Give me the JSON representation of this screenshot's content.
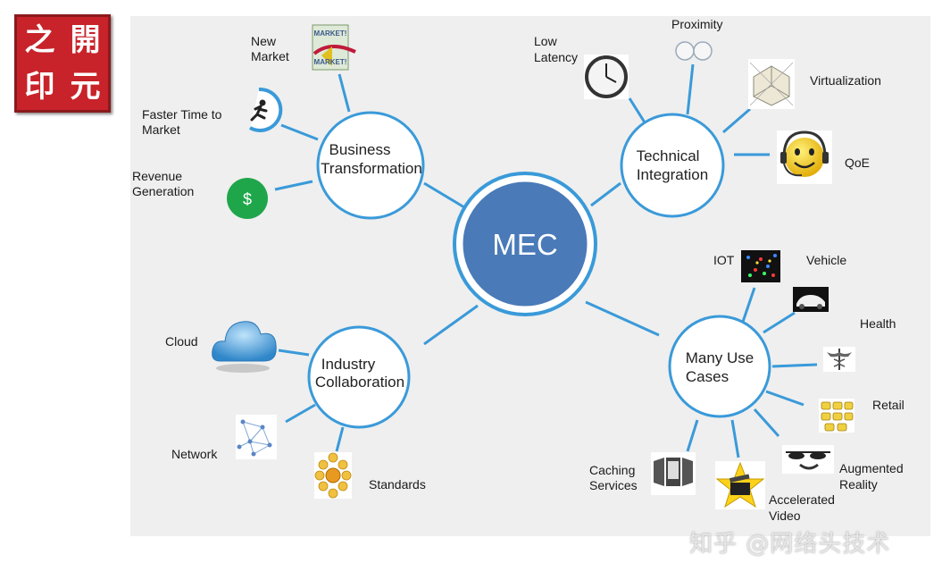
{
  "center": {
    "label": "MEC"
  },
  "hubs": [
    {
      "id": "business",
      "lines": [
        "Business",
        "Transformation"
      ]
    },
    {
      "id": "technical",
      "lines": [
        "Technical",
        "Integration"
      ]
    },
    {
      "id": "industry",
      "lines": [
        "Industry",
        "Collaboration"
      ]
    },
    {
      "id": "usecases",
      "lines": [
        "Many Use",
        "Cases"
      ]
    }
  ],
  "leaves": {
    "new_market": [
      "New",
      "Market"
    ],
    "faster_time": [
      "Faster Time to",
      "Market"
    ],
    "revenue": [
      "Revenue",
      "Generation"
    ],
    "low_latency": [
      "Low",
      "Latency"
    ],
    "proximity": [
      "Proximity"
    ],
    "virtualization": [
      "Virtualization"
    ],
    "qoe": [
      "QoE"
    ],
    "cloud": [
      "Cloud"
    ],
    "network": [
      "Network"
    ],
    "standards": [
      "Standards"
    ],
    "iot": [
      "IOT"
    ],
    "vehicle": [
      "Vehicle"
    ],
    "health": [
      "Health"
    ],
    "retail": [
      "Retail"
    ],
    "ar": [
      "Augmented",
      "Reality"
    ],
    "video": [
      "Accelerated",
      "Video"
    ],
    "caching": [
      "Caching",
      "Services"
    ]
  },
  "icon_text": {
    "market_sign": "MARKET!",
    "dollar": "$"
  },
  "seal": [
    "之",
    "開",
    "印",
    "元"
  ],
  "watermark": "知乎 @网络头技术",
  "colors": {
    "accent": "#3a9ad9",
    "center_fill": "#4a7ab8",
    "panel": "#efefef"
  }
}
